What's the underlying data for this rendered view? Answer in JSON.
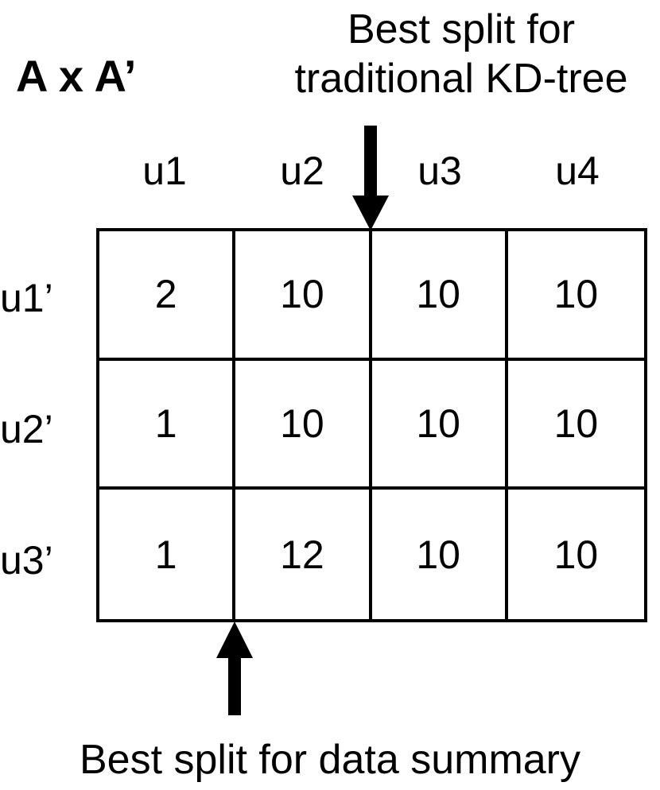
{
  "title": "A x A’",
  "top_annotation": {
    "line1": "Best split for",
    "line2": "traditional KD-tree"
  },
  "bottom_annotation": "Best split for data summary",
  "columns": [
    "u1",
    "u2",
    "u3",
    "u4"
  ],
  "rows": [
    {
      "label": "u1’",
      "values": [
        "2",
        "10",
        "10",
        "10"
      ]
    },
    {
      "label": "u2’",
      "values": [
        "1",
        "10",
        "10",
        "10"
      ]
    },
    {
      "label": "u3’",
      "values": [
        "1",
        "12",
        "10",
        "10"
      ]
    }
  ],
  "colors": {
    "ink": "#000000",
    "background": "#ffffff"
  },
  "icons": {
    "top_arrow": "arrow-down-icon",
    "bottom_arrow": "arrow-up-icon"
  }
}
